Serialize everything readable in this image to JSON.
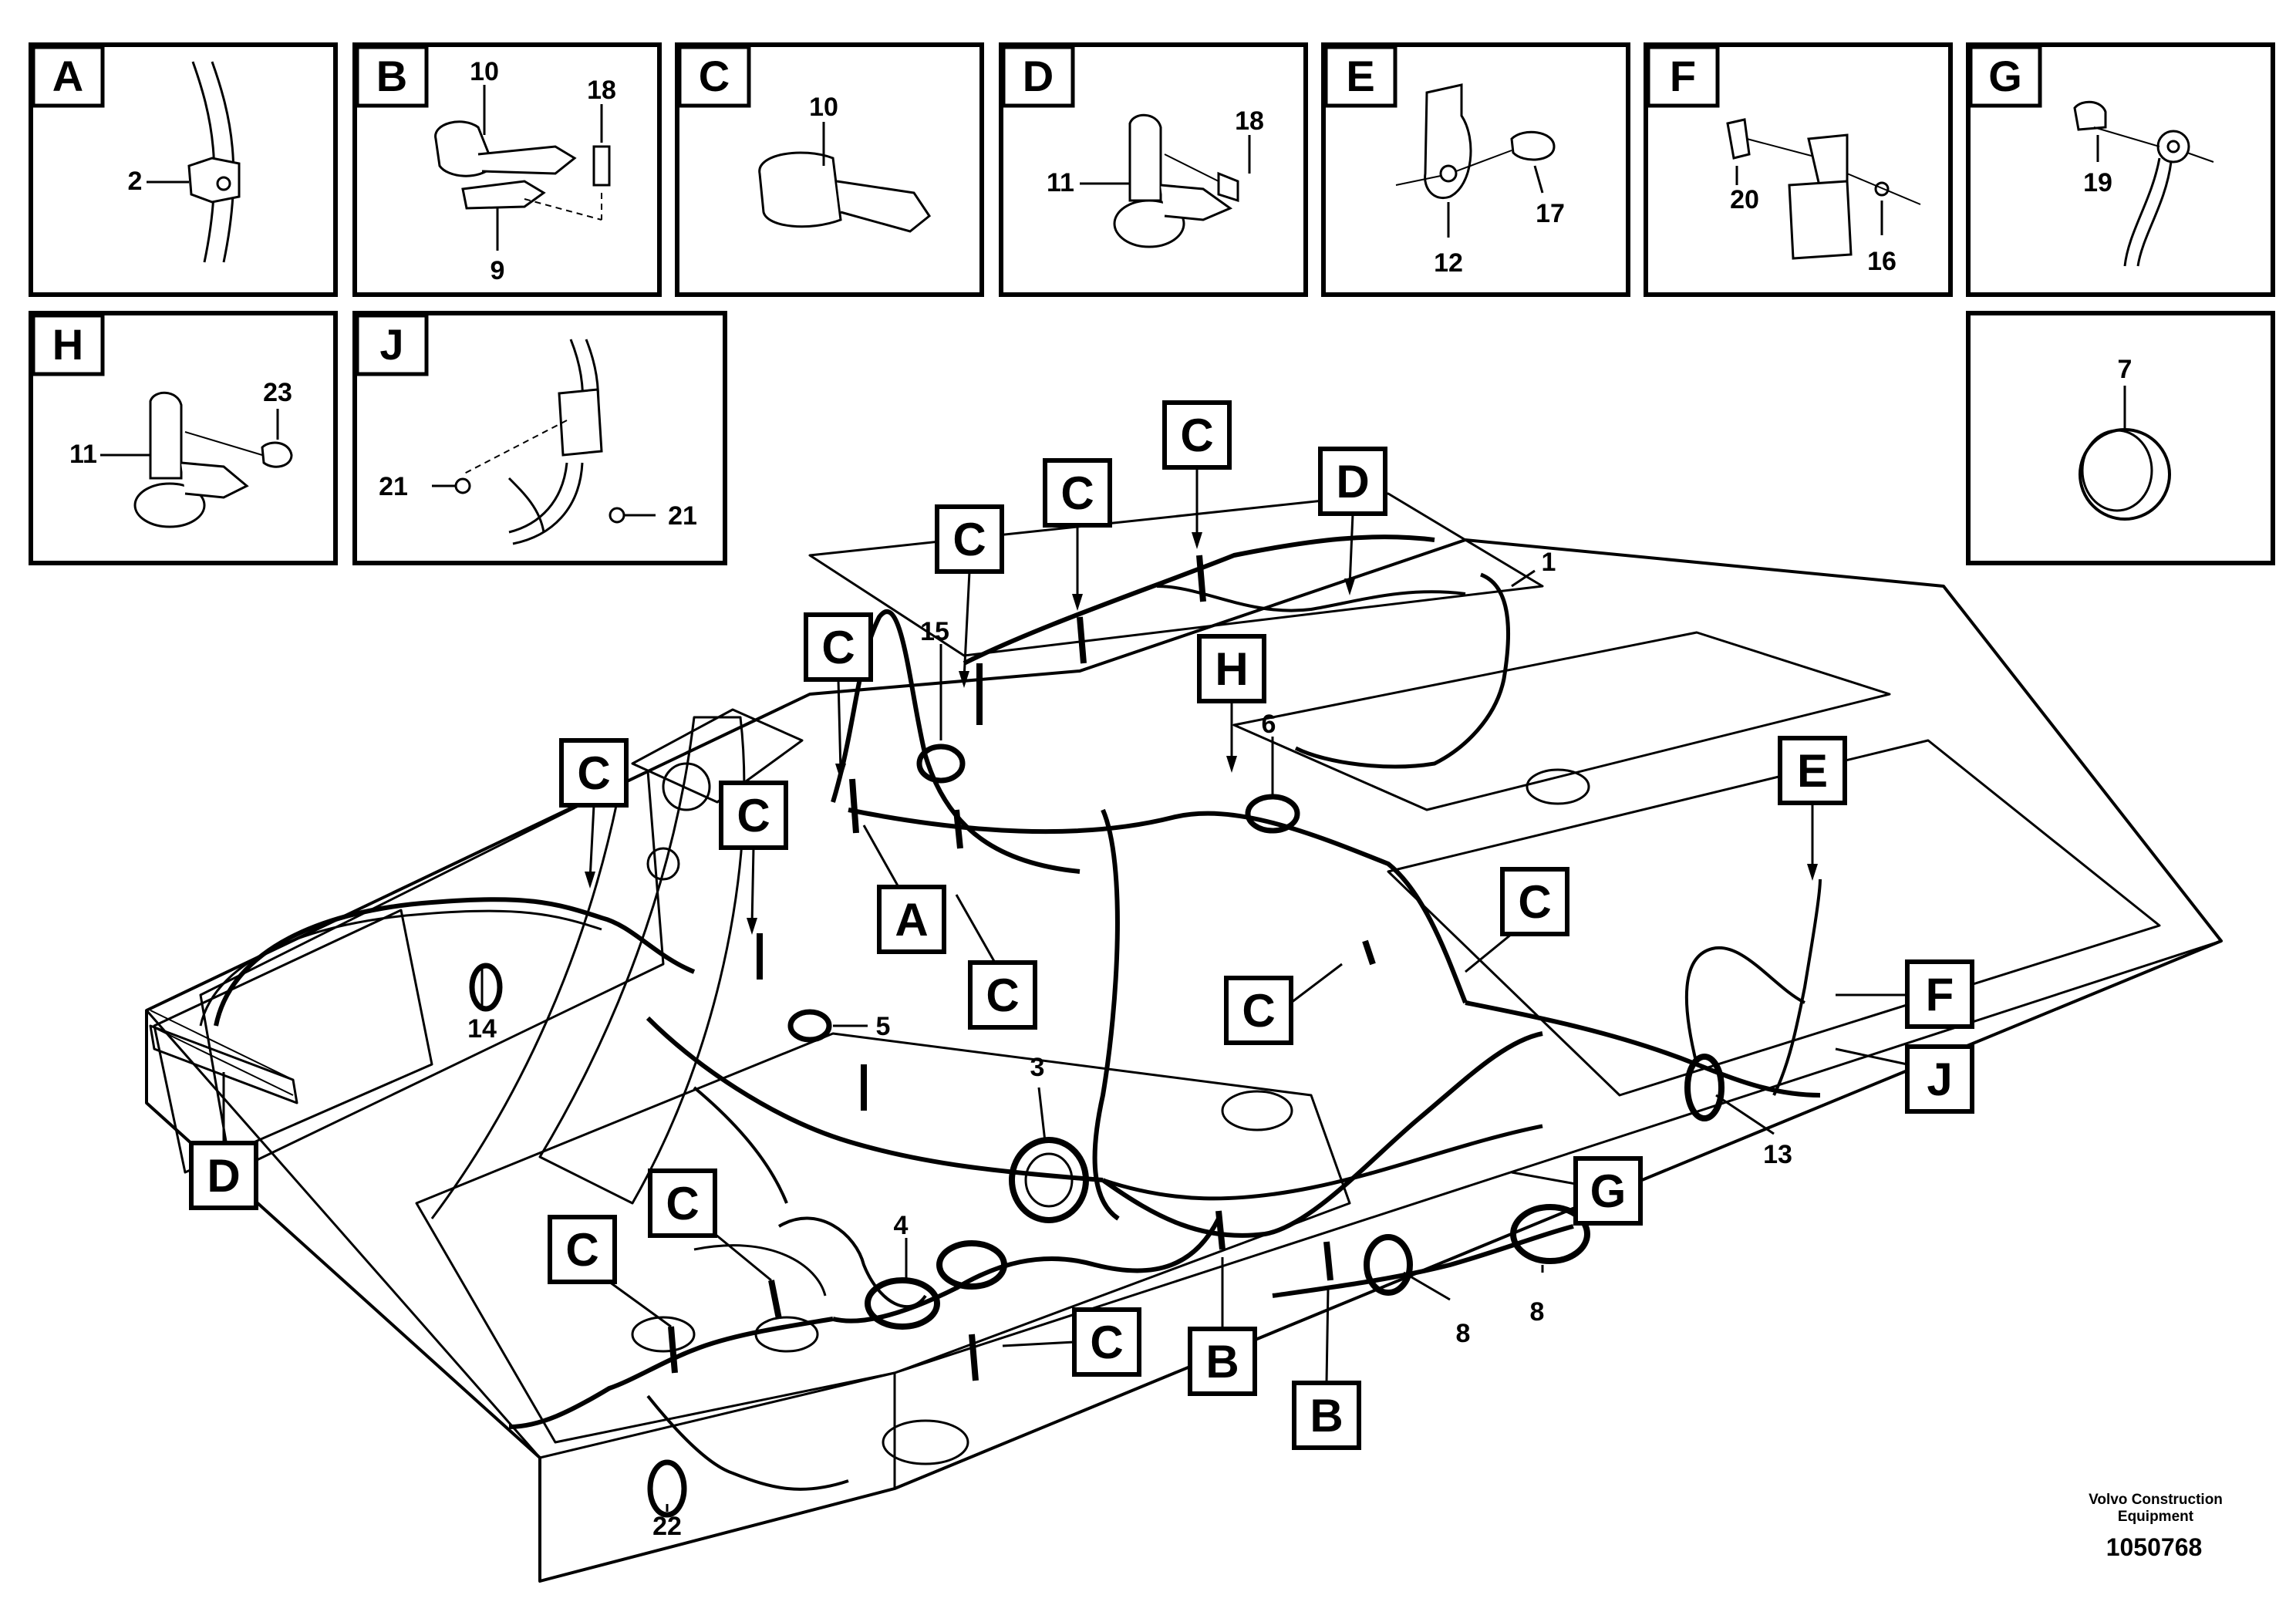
{
  "diagram": {
    "detail_panels": [
      {
        "letter": "A",
        "parts": [
          "2"
        ]
      },
      {
        "letter": "B",
        "parts": [
          "10",
          "18",
          "9"
        ]
      },
      {
        "letter": "C",
        "parts": [
          "10"
        ]
      },
      {
        "letter": "D",
        "parts": [
          "18",
          "11"
        ]
      },
      {
        "letter": "E",
        "parts": [
          "17",
          "12"
        ]
      },
      {
        "letter": "F",
        "parts": [
          "20",
          "16"
        ]
      },
      {
        "letter": "G",
        "parts": [
          "19"
        ]
      },
      {
        "letter": "H",
        "parts": [
          "23",
          "11"
        ]
      },
      {
        "letter": "J",
        "parts": [
          "21",
          "21"
        ]
      },
      {
        "letter": "",
        "parts": [
          "7"
        ]
      }
    ],
    "main_part_numbers": [
      "1",
      "15",
      "6",
      "14",
      "5",
      "3",
      "4",
      "8",
      "8",
      "13",
      "22"
    ],
    "callouts": [
      "C",
      "C",
      "C",
      "C",
      "D",
      "H",
      "C",
      "C",
      "A",
      "C",
      "C",
      "E",
      "D",
      "C",
      "F",
      "J",
      "G",
      "C",
      "C",
      "C",
      "B",
      "B"
    ],
    "footer": {
      "brand_line1": "Volvo Construction",
      "brand_line2": "Equipment",
      "code": "1050768"
    }
  }
}
